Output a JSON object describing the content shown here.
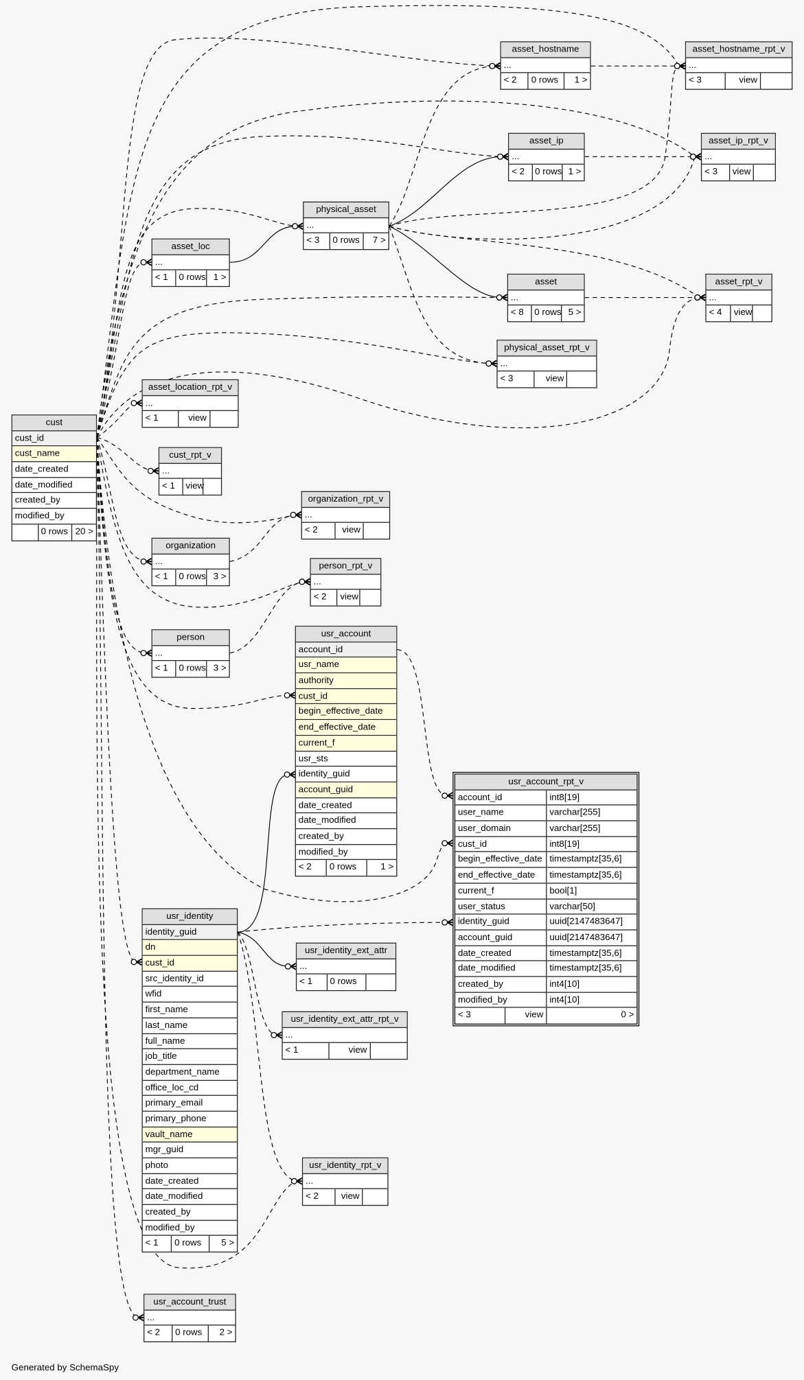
{
  "footer_text": "Generated by SchemaSpy",
  "tables": [
    {
      "name": "asset_hostname",
      "columns": [
        {
          "name": "..."
        }
      ],
      "footer": [
        "< 2",
        "0 rows",
        "1 >"
      ]
    },
    {
      "name": "asset_hostname_rpt_v",
      "columns": [
        {
          "name": "..."
        }
      ],
      "footer": [
        "< 3",
        "view",
        ""
      ]
    },
    {
      "name": "asset_ip",
      "columns": [
        {
          "name": "..."
        }
      ],
      "footer": [
        "< 2",
        "0 rows",
        "1 >"
      ]
    },
    {
      "name": "asset_ip_rpt_v",
      "columns": [
        {
          "name": "..."
        }
      ],
      "footer": [
        "< 3",
        "view",
        ""
      ]
    },
    {
      "name": "physical_asset",
      "columns": [
        {
          "name": "..."
        }
      ],
      "footer": [
        "< 3",
        "0 rows",
        "7 >"
      ]
    },
    {
      "name": "asset_loc",
      "columns": [
        {
          "name": "..."
        }
      ],
      "footer": [
        "< 1",
        "0 rows",
        "1 >"
      ]
    },
    {
      "name": "asset",
      "columns": [
        {
          "name": "..."
        }
      ],
      "footer": [
        "< 8",
        "0 rows",
        "5 >"
      ]
    },
    {
      "name": "asset_rpt_v",
      "columns": [
        {
          "name": "..."
        }
      ],
      "footer": [
        "< 4",
        "view",
        ""
      ]
    },
    {
      "name": "physical_asset_rpt_v",
      "columns": [
        {
          "name": "..."
        }
      ],
      "footer": [
        "< 3",
        "view",
        ""
      ]
    },
    {
      "name": "asset_location_rpt_v",
      "columns": [
        {
          "name": "..."
        }
      ],
      "footer": [
        "< 1",
        "view",
        ""
      ]
    },
    {
      "name": "cust",
      "columns": [
        {
          "name": "cust_id",
          "style": "pk"
        },
        {
          "name": "cust_name",
          "style": "hl"
        },
        {
          "name": "date_created"
        },
        {
          "name": "date_modified"
        },
        {
          "name": "created_by"
        },
        {
          "name": "modified_by"
        }
      ],
      "footer": [
        "",
        "0 rows",
        "20 >"
      ]
    },
    {
      "name": "cust_rpt_v",
      "columns": [
        {
          "name": "..."
        }
      ],
      "footer": [
        "< 1",
        "view",
        ""
      ]
    },
    {
      "name": "organization_rpt_v",
      "columns": [
        {
          "name": "..."
        }
      ],
      "footer": [
        "< 2",
        "view",
        ""
      ]
    },
    {
      "name": "organization",
      "columns": [
        {
          "name": "..."
        }
      ],
      "footer": [
        "< 1",
        "0 rows",
        "3 >"
      ]
    },
    {
      "name": "person_rpt_v",
      "columns": [
        {
          "name": "..."
        }
      ],
      "footer": [
        "< 2",
        "view",
        ""
      ]
    },
    {
      "name": "person",
      "columns": [
        {
          "name": "..."
        }
      ],
      "footer": [
        "< 1",
        "0 rows",
        "3 >"
      ]
    },
    {
      "name": "usr_account",
      "columns": [
        {
          "name": "account_id",
          "style": "pk"
        },
        {
          "name": "usr_name",
          "style": "hl"
        },
        {
          "name": "authority",
          "style": "hl"
        },
        {
          "name": "cust_id",
          "style": "hl"
        },
        {
          "name": "begin_effective_date",
          "style": "hl"
        },
        {
          "name": "end_effective_date",
          "style": "hl"
        },
        {
          "name": "current_f",
          "style": "hl"
        },
        {
          "name": "usr_sts"
        },
        {
          "name": "identity_guid"
        },
        {
          "name": "account_guid",
          "style": "hl"
        },
        {
          "name": "date_created"
        },
        {
          "name": "date_modified"
        },
        {
          "name": "created_by"
        },
        {
          "name": "modified_by"
        }
      ],
      "footer": [
        "< 2",
        "0 rows",
        "1 >"
      ]
    },
    {
      "name": "usr_account_rpt_v",
      "focus": true,
      "columns": [
        {
          "name": "account_id",
          "type": "int8[19]"
        },
        {
          "name": "user_name",
          "type": "varchar[255]"
        },
        {
          "name": "user_domain",
          "type": "varchar[255]"
        },
        {
          "name": "cust_id",
          "type": "int8[19]"
        },
        {
          "name": "begin_effective_date",
          "type": "timestamptz[35,6]"
        },
        {
          "name": "end_effective_date",
          "type": "timestamptz[35,6]"
        },
        {
          "name": "current_f",
          "type": "bool[1]"
        },
        {
          "name": "user_status",
          "type": "varchar[50]"
        },
        {
          "name": "identity_guid",
          "type": "uuid[2147483647]"
        },
        {
          "name": "account_guid",
          "type": "uuid[2147483647]"
        },
        {
          "name": "date_created",
          "type": "timestamptz[35,6]"
        },
        {
          "name": "date_modified",
          "type": "timestamptz[35,6]"
        },
        {
          "name": "created_by",
          "type": "int4[10]"
        },
        {
          "name": "modified_by",
          "type": "int4[10]"
        }
      ],
      "footer": [
        "< 3",
        "view",
        "0 >"
      ]
    },
    {
      "name": "usr_identity",
      "columns": [
        {
          "name": "identity_guid",
          "style": "pk"
        },
        {
          "name": "dn",
          "style": "hl"
        },
        {
          "name": "cust_id",
          "style": "hl"
        },
        {
          "name": "src_identity_id"
        },
        {
          "name": "wfid"
        },
        {
          "name": "first_name"
        },
        {
          "name": "last_name"
        },
        {
          "name": "full_name"
        },
        {
          "name": "job_title"
        },
        {
          "name": "department_name"
        },
        {
          "name": "office_loc_cd"
        },
        {
          "name": "primary_email"
        },
        {
          "name": "primary_phone"
        },
        {
          "name": "vault_name",
          "style": "hl"
        },
        {
          "name": "mgr_guid"
        },
        {
          "name": "photo"
        },
        {
          "name": "date_created"
        },
        {
          "name": "date_modified"
        },
        {
          "name": "created_by"
        },
        {
          "name": "modified_by"
        }
      ],
      "footer": [
        "< 1",
        "0 rows",
        "5 >"
      ]
    },
    {
      "name": "usr_identity_ext_attr",
      "columns": [
        {
          "name": "..."
        }
      ],
      "footer": [
        "< 1",
        "0 rows",
        ""
      ]
    },
    {
      "name": "usr_identity_ext_attr_rpt_v",
      "columns": [
        {
          "name": "..."
        }
      ],
      "footer": [
        "< 1",
        "view",
        ""
      ]
    },
    {
      "name": "usr_identity_rpt_v",
      "columns": [
        {
          "name": "..."
        }
      ],
      "footer": [
        "< 2",
        "view",
        ""
      ]
    },
    {
      "name": "usr_account_trust",
      "columns": [
        {
          "name": "..."
        }
      ],
      "footer": [
        "< 2",
        "0 rows",
        "2 >"
      ]
    }
  ]
}
